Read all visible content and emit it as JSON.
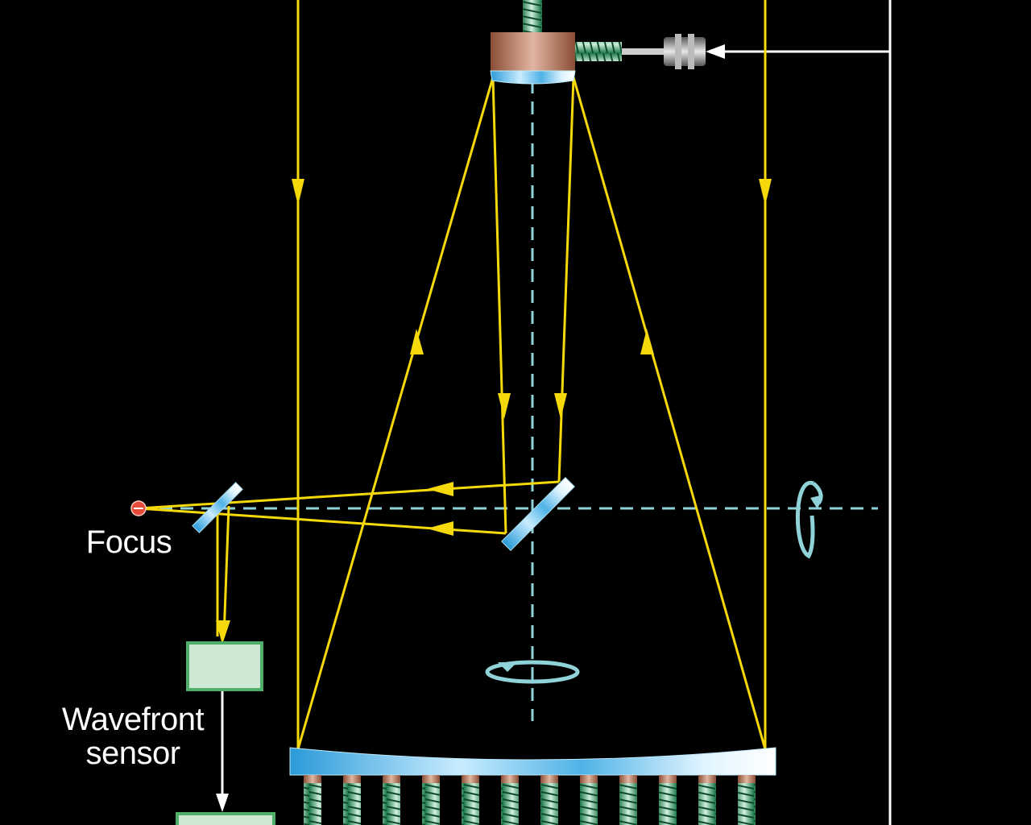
{
  "labels": {
    "focus": "Focus",
    "wavefront_sensor_line1": "Wavefront",
    "wavefront_sensor_line2": "sensor"
  },
  "colors": {
    "background": "#000000",
    "light_ray": "#f5d90a",
    "optical_axis": "#8fd3d9",
    "feedback_line": "#ffffff",
    "mirror_glass": "#7cc6ea",
    "actuator_spring": "#2e9a62",
    "actuator_base": "#b8766a",
    "secondary_mount": "#a8644a",
    "sensor_box": "#cfe8d4",
    "sensor_box_border": "#4fae6a",
    "focus_point": "#e84a3a"
  },
  "icons": {
    "primary_rotation": "horizontal-rotation-arrow-icon",
    "elevation_rotation": "vertical-rotation-arrow-icon",
    "secondary_actuator": "screw-actuator-icon",
    "primary_actuators": "screw-actuator-icon",
    "piston": "piston-actuator-icon"
  }
}
